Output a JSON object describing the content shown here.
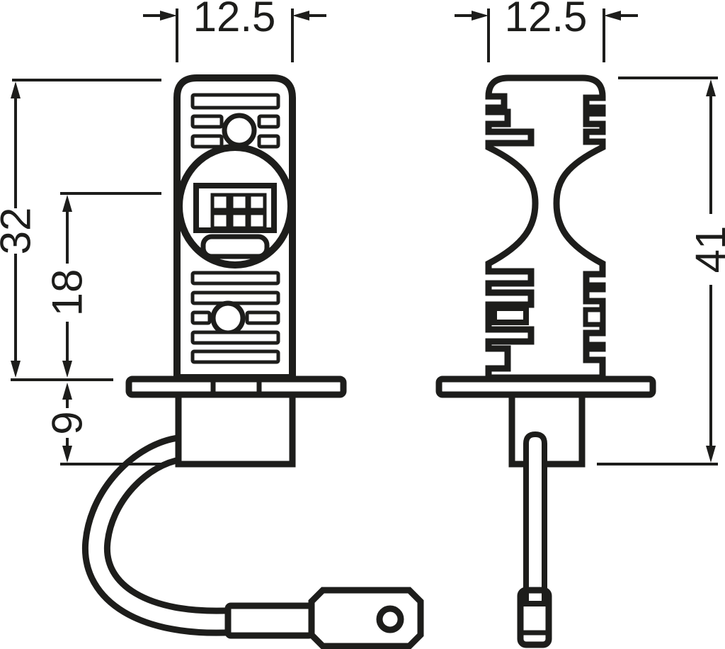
{
  "diagram": {
    "kind": "technical-drawing",
    "dimensions": {
      "front_width": "12.5",
      "side_width": "12.5",
      "body_length": "32",
      "led_center_distance": "18",
      "base_depth": "9",
      "overall_length": "41"
    },
    "colors": {
      "line": "#1d1d1b",
      "background": "#ffffff"
    }
  }
}
